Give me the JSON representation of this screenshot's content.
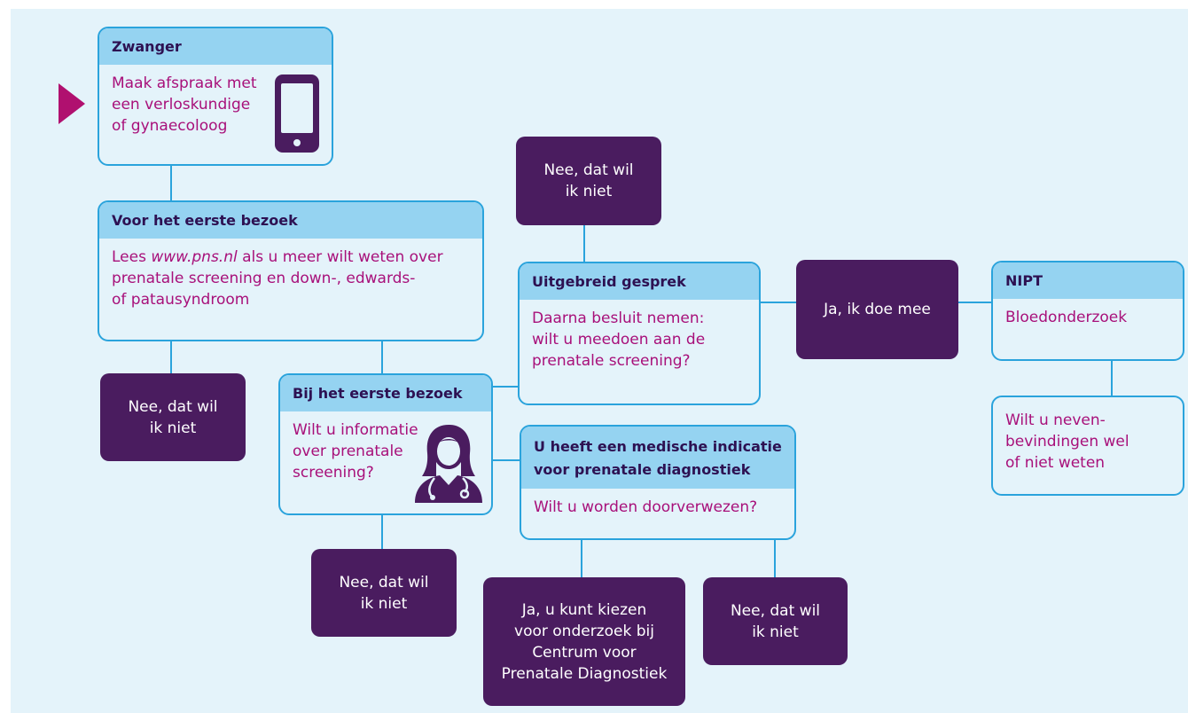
{
  "boxes": {
    "zwanger": {
      "title": "Zwanger",
      "lines": [
        "Maak afspraak met",
        "een verloskundige",
        "of gynaecoloog"
      ]
    },
    "voor_eerste_bezoek": {
      "title": "Voor het eerste bezoek",
      "text_pre": "Lees ",
      "text_link": "www.pns.nl",
      "text_post_lines": [
        " als u meer wilt weten over",
        "prenatale screening en down-, edwards-",
        "of patausyndroom"
      ]
    },
    "bij_eerste_bezoek": {
      "title": "Bij het eerste bezoek",
      "lines": [
        "Wilt u informatie",
        "over prenatale",
        "screening?"
      ]
    },
    "uitgebreid_gesprek": {
      "title": "Uitgebreid gesprek",
      "lines": [
        "Daarna besluit nemen:",
        "wilt u meedoen aan de",
        "prenatale screening?"
      ]
    },
    "medische_indicatie": {
      "title_lines": [
        "U heeft een medische indicatie",
        "voor prenatale diagnostiek"
      ],
      "lines": [
        "Wilt u worden doorverwezen?"
      ]
    },
    "nipt": {
      "title": "NIPT",
      "lines": [
        "Bloedonderzoek"
      ]
    },
    "nevenbevindingen": {
      "lines": [
        "Wilt u neven-",
        "bevindingen wel",
        "of niet weten"
      ]
    }
  },
  "decisions": {
    "nee_top": [
      "Nee, dat wil",
      "ik niet"
    ],
    "nee_left": [
      "Nee, dat wil",
      "ik niet"
    ],
    "nee_bottom": [
      "Nee, dat wil",
      "ik niet"
    ],
    "nee_right_bottom": [
      "Nee, dat wil",
      "ik niet"
    ],
    "ja_doe_mee": [
      "Ja, ik doe mee"
    ],
    "ja_kiezen": [
      "Ja, u kunt kiezen",
      "voor onderzoek bij",
      "Centrum voor",
      "Prenatale Diagnostiek"
    ]
  },
  "colors": {
    "background": "#e4f3fa",
    "box_border": "#2aa3dc",
    "header_fill": "#95d3f1",
    "header_text": "#2d1152",
    "body_text": "#a8107a",
    "decision_fill": "#4a1c5f",
    "start_arrow": "#b0106f"
  },
  "icons": {
    "start": "start-arrow-icon",
    "phone": "phone-icon",
    "doctor": "doctor-icon"
  }
}
